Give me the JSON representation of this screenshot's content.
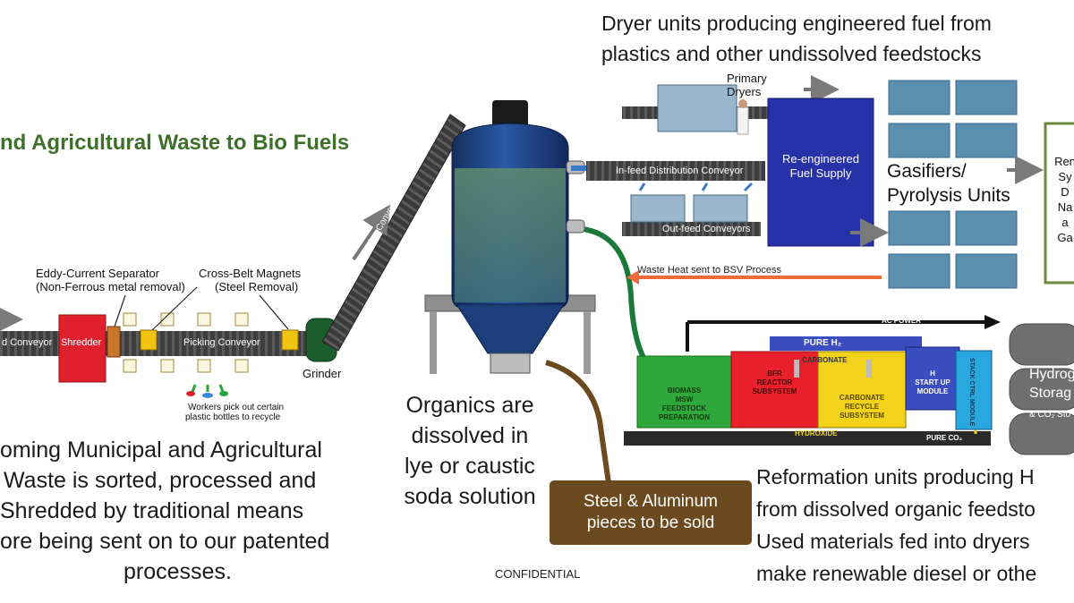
{
  "title": "nd Agricultural Waste to Bio Fuels",
  "colors": {
    "title": "#3f6f2a",
    "conveyor": "#3d3d3d",
    "shredder": "#e0202c",
    "magnet": "#f2c40f",
    "grinder": "#1b5e2b",
    "tank": "#1c3f7a",
    "fuel_box": "#2732a8",
    "gasifier": "#5b8fb0",
    "steel_box": "#6b4a1f",
    "biomass": "#2ea83a",
    "bfr": "#e8202c",
    "carbonate": "#f2d21a",
    "h2": "#3a4ec0",
    "storage": "#6f6f6f",
    "waste_heat": "#f06a3a",
    "hose": "#1b7a3a"
  },
  "left": {
    "conveyor_label": "d Conveyor",
    "shredder_label": "Shredder",
    "picking_label": "Picking Conveyor",
    "grinder_label": "Grinder",
    "eddy_line1": "Eddy-Current Separator",
    "eddy_line2": "(Non-Ferrous metal removal)",
    "magnets_line1": "Cross-Belt Magnets",
    "magnets_line2": "(Steel Removal)",
    "workers_line1": "Workers pick out certain",
    "workers_line2": "plastic bottles to recycle",
    "extension_label": "Extension Conveyor",
    "desc_lines": [
      "oming Municipal and Agricultural",
      "Waste is sorted, processed and",
      "Shredded by traditional means",
      "ore being sent on to our patented",
      "processes."
    ]
  },
  "center": {
    "organics_lines": [
      "Organics are",
      "dissolved in",
      "lye or caustic",
      "soda solution"
    ],
    "steel_line1": "Steel & Aluminum",
    "steel_line2": "pieces to be sold",
    "confidential": "CONFIDENTIAL"
  },
  "top": {
    "heading_line1": "Dryer units producing engineered fuel from",
    "heading_line2": "plastics and other undissolved feedstocks",
    "primary_line1": "Primary",
    "primary_line2": "Dryers",
    "infeed_label": "In-feed Distribution Conveyor",
    "outfeed_label": "Out-feed Conveyors",
    "fuel_line1": "Re-engineered",
    "fuel_line2": "Fuel Supply",
    "gasifier_line1": "Gasifiers/",
    "gasifier_line2": "Pyrolysis Units",
    "side_box_lines": [
      "Ren",
      "Sy",
      "D",
      "Na",
      "a",
      "Ga"
    ],
    "waste_heat": "Waste Heat sent to BSV Process"
  },
  "reform": {
    "ac_power": "AC POWER",
    "pure_h2": "PURE H₂",
    "carbonate_label": "CARBONATE",
    "hydroxide": "HYDROXIDE",
    "pure_co2": "PURE CO₂",
    "biomass_lines": [
      "BIOMASS",
      "MSW",
      "FEEDSTOCK",
      "PREPARATION"
    ],
    "bfr_lines": [
      "BFR",
      "REACTOR",
      "SUBSYSTEM"
    ],
    "carbonate_lines": [
      "CARBONATE",
      "RECYCLE",
      "SUBSYSTEM"
    ],
    "h2_lines": [
      "H",
      "START UP",
      "MODULE"
    ],
    "stack_label": "STACK CTRL MODULE",
    "storage_line1": "Hydrog",
    "storage_line2": "Storag",
    "storage_line3": "& CO₂ Sto",
    "desc_lines": [
      "Reformation units producing H",
      "from dissolved organic feedsto",
      "Used materials fed into dryers",
      "make renewable diesel or othe"
    ]
  }
}
